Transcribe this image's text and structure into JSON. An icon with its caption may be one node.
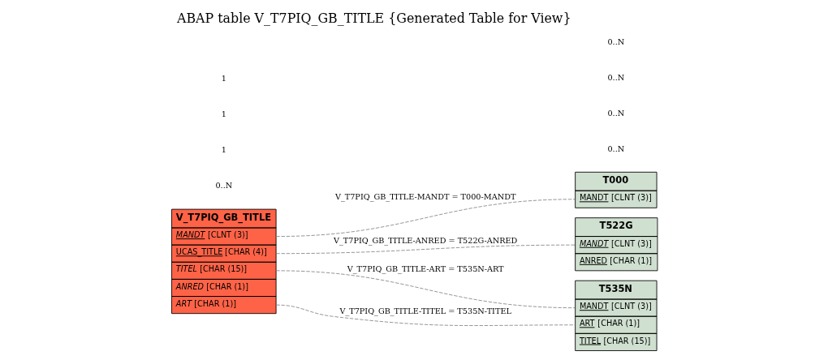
{
  "diagram": {
    "title": "ABAP table V_T7PIQ_GB_TITLE {Generated Table for View}",
    "nodes": [
      {
        "text": [
          "V_T7PIQ_GB_TITLE",
          "MANDT [CLNT (3)]",
          "UCAS_TITLE [CHAR (4)]",
          "TITEL [CHAR (15)]",
          "ANRED [CHAR (1)]",
          "ART [CHAR (1)]"
        ]
      },
      {
        "text": [
          "T000",
          "MANDT [CLNT (3)]"
        ]
      },
      {
        "text": [
          "T522G",
          "MANDT [CLNT (3)]",
          "ANRED [CHAR (1)]"
        ]
      },
      {
        "text": [
          "T535N",
          "MANDT [CLNT (3)]",
          "ART [CHAR (1)]",
          "TITEL [CHAR (15)]"
        ]
      }
    ],
    "edges": [
      {
        "from": 0,
        "to": 1,
        "arrow": "none",
        "label": "V_T7PIQ_GB_TITLE-MANDT = T000-MANDT",
        "style": "dashed"
      },
      {
        "from": 0,
        "to": 2,
        "arrow": "none",
        "label": "V_T7PIQ_GB_TITLE-ANRED = T522G-ANRED",
        "style": "dashed"
      },
      {
        "from": 0,
        "to": 3,
        "arrow": "none",
        "label": "V_T7PIQ_GB_TITLE-ART = T535N-ART",
        "style": "dashed"
      },
      {
        "from": 0,
        "to": 3,
        "arrow": "none",
        "label": "V_T7PIQ_GB_TITLE-TITEL = T535N-TITEL",
        "style": "dashed"
      }
    ],
    "labels": [
      "0..N",
      "0..N",
      "0..N",
      "1",
      "1",
      "1",
      "0..N",
      "0..N"
    ]
  }
}
